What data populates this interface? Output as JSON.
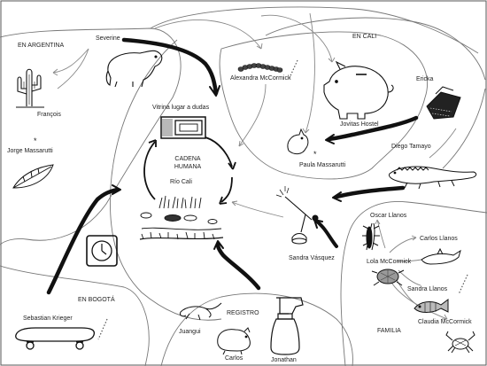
{
  "regions": {
    "argentina": "EN ARGENTINA",
    "cali": "EN CALI",
    "bogota": "EN BOGOTÁ",
    "registro": "REGISTRO",
    "familia": "FAMILIA"
  },
  "center": {
    "title_line1": "CADENA",
    "title_line2": "HUMANA",
    "rio": "Río Cali",
    "vitrina": "Vitrina lugar a dudas"
  },
  "people": {
    "severine": "Severine",
    "francois": "François",
    "jorge": "Jorge Massarutti",
    "alexandra": "Alexandra McCormick",
    "jovitas": "Jovitas Hostel",
    "ericka": "Ericka",
    "diego": "Diego Tamayo",
    "paula": "Paula  Massarutti",
    "oscar": "Oscar Llanos",
    "carlos_llanos": "Carlos Llanos",
    "lola": "Lola McCormick",
    "sandra_llanos": "Sandra Llanos",
    "claudia": "Claudia McCormick",
    "sandra_vasquez": "Sandra Vásquez",
    "sebastian": "Sebastian Krieger",
    "juangui": "Juangui",
    "carlos": "Carlos",
    "jonathan": "Jonathan"
  },
  "markers": {
    "star": "*"
  }
}
